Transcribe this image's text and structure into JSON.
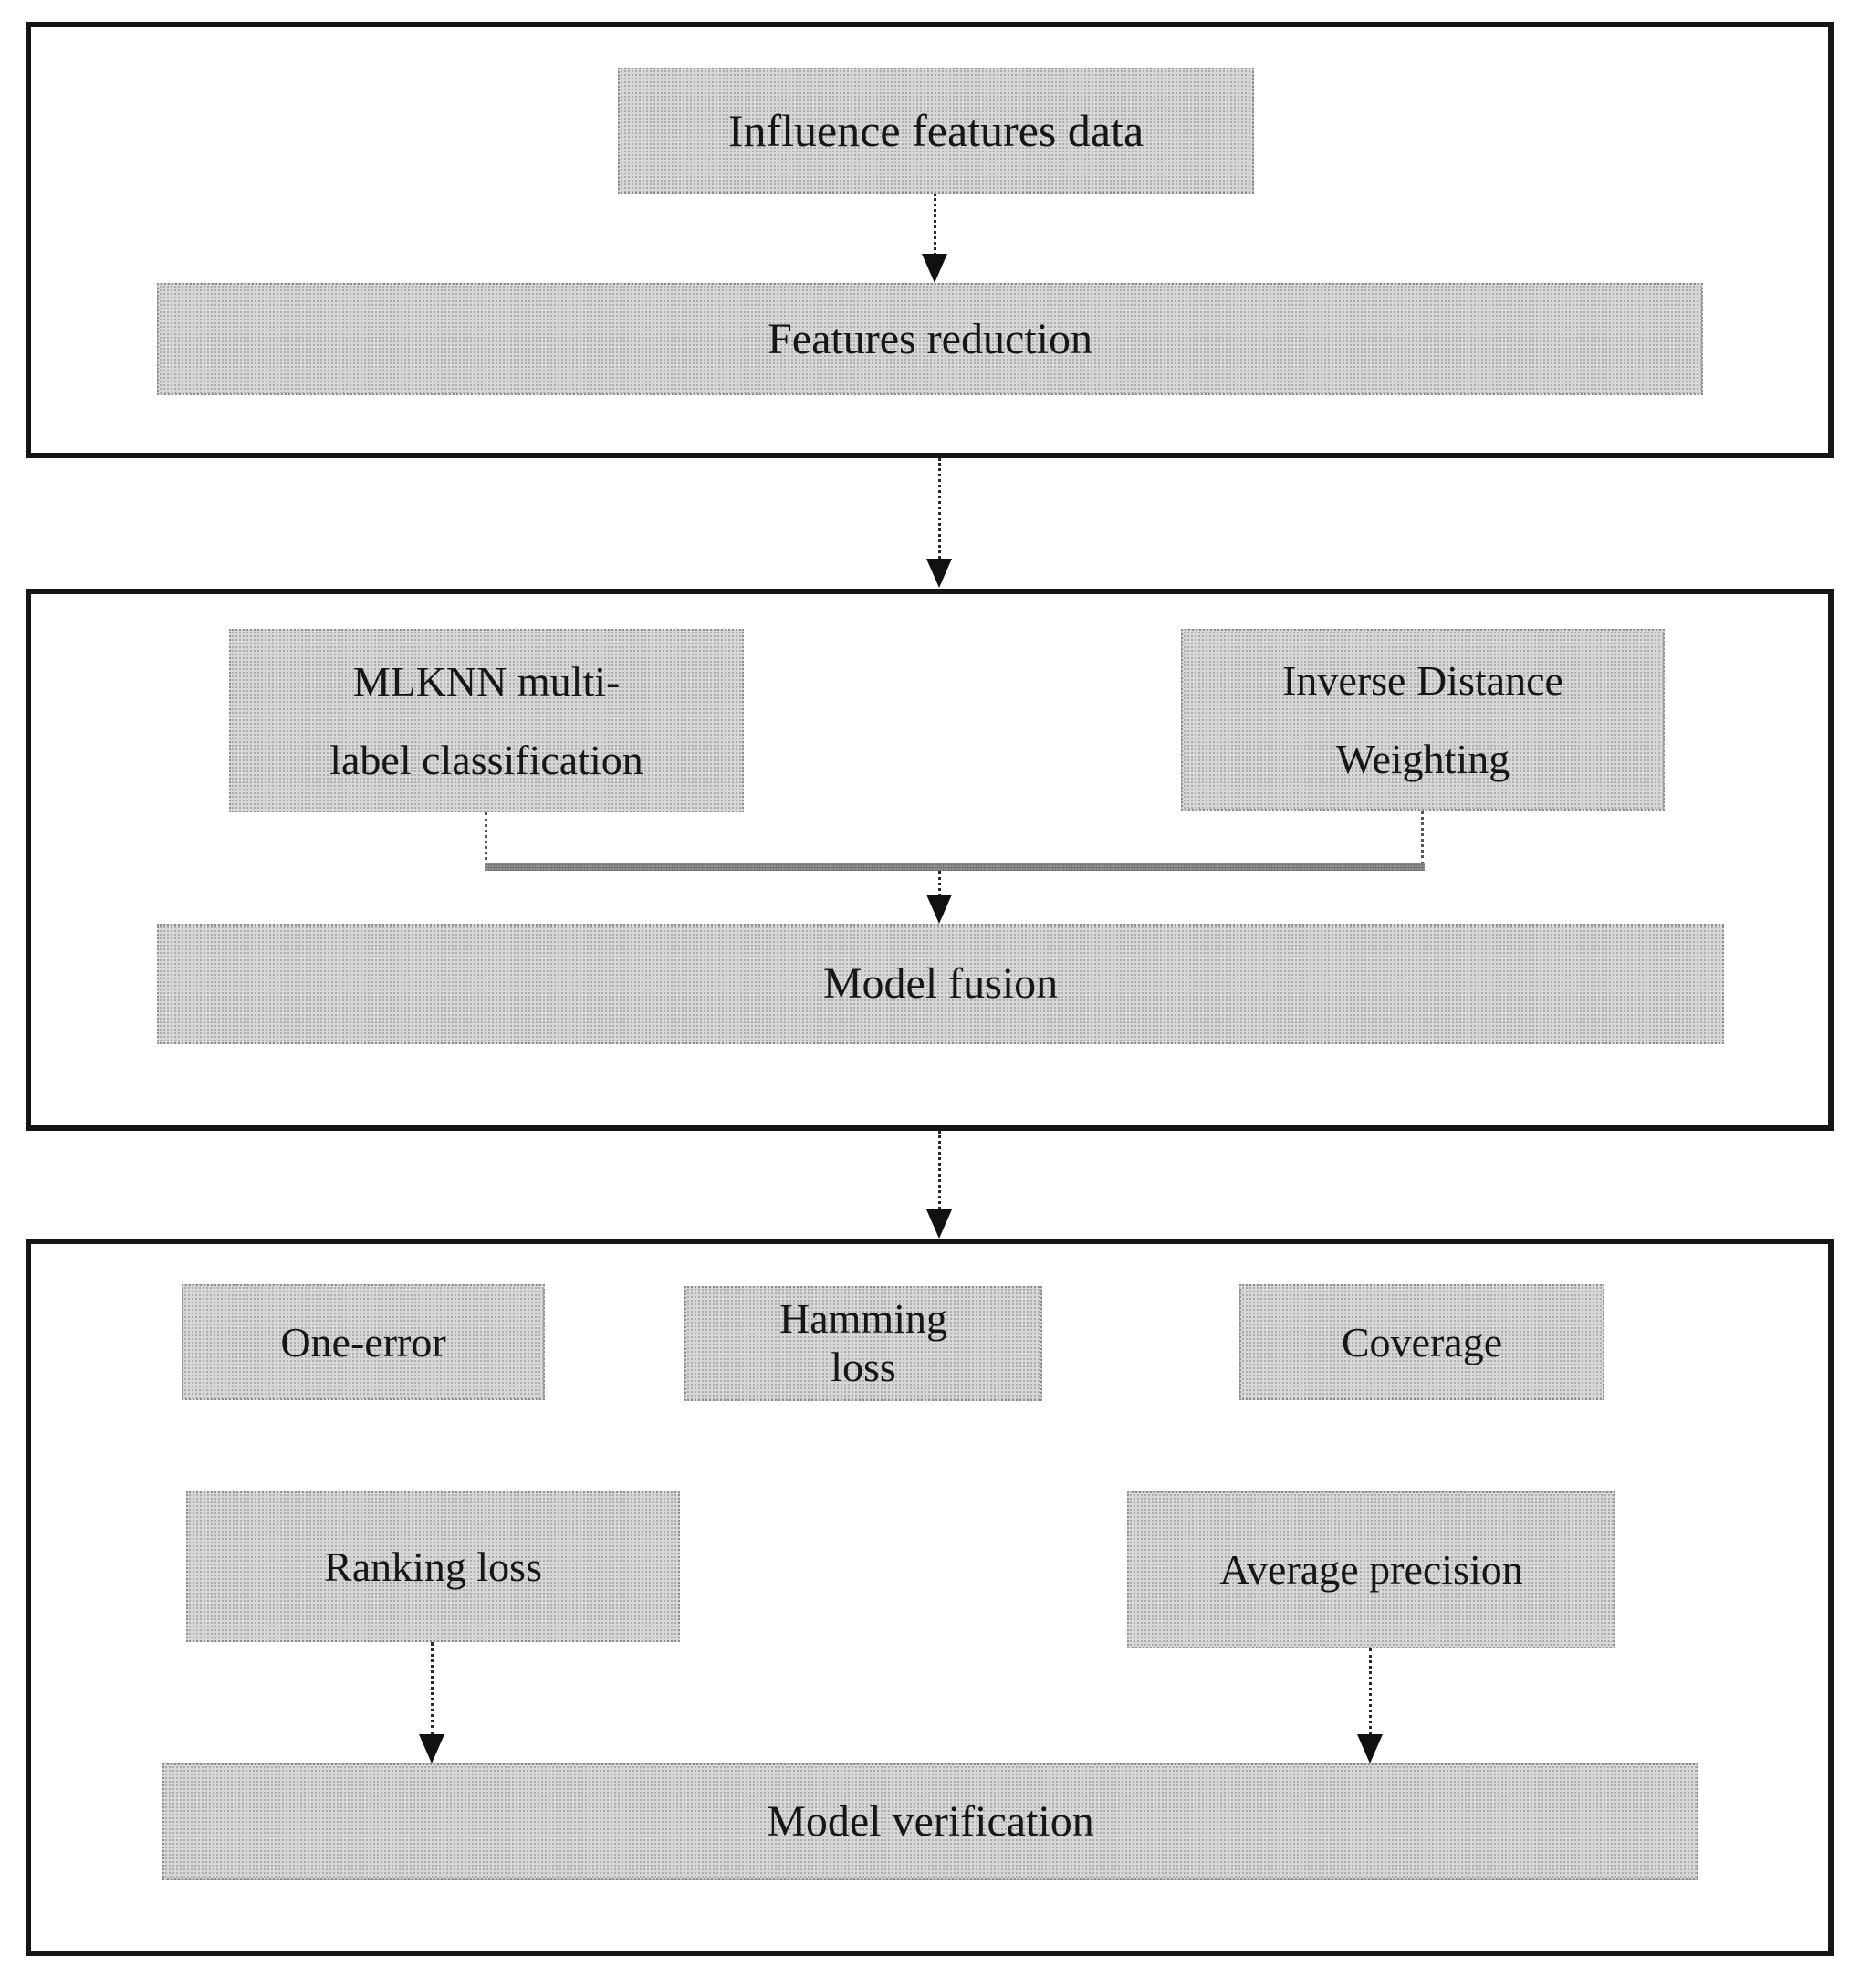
{
  "figure": {
    "type": "flowchart",
    "stages": [
      {
        "id": "stage-1",
        "node_ids": [
          "influence",
          "features_reduction"
        ]
      },
      {
        "id": "stage-2",
        "node_ids": [
          "mlknn",
          "idw",
          "model_fusion"
        ]
      },
      {
        "id": "stage-3",
        "node_ids": [
          "one_error",
          "hamming_loss",
          "coverage",
          "ranking_loss",
          "average_precision",
          "model_verification"
        ]
      }
    ],
    "edges": [
      {
        "from": "influence",
        "to": "features_reduction",
        "style": "dotted-arrow"
      },
      {
        "from": "stage-1",
        "to": "stage-2",
        "style": "dotted-arrow"
      },
      {
        "from": "mlknn",
        "to": "model_fusion",
        "style": "elbow-join"
      },
      {
        "from": "idw",
        "to": "model_fusion",
        "style": "elbow-join"
      },
      {
        "from": "stage-2",
        "to": "stage-3",
        "style": "dotted-arrow"
      },
      {
        "from": "ranking_loss",
        "to": "model_verification",
        "style": "dotted-arrow"
      },
      {
        "from": "average_precision",
        "to": "model_verification",
        "style": "dotted-arrow"
      }
    ]
  },
  "nodes": {
    "influence": {
      "lines": [
        "Influence features data"
      ],
      "label": "Influence features data"
    },
    "features_reduction": {
      "lines": [
        "Features reduction"
      ],
      "label": "Features reduction"
    },
    "mlknn": {
      "lines": [
        "MLKNN multi-",
        "label classification"
      ],
      "label": "MLKNN multi-label classification"
    },
    "idw": {
      "lines": [
        "Inverse Distance",
        "Weighting"
      ],
      "label": "Inverse Distance Weighting"
    },
    "model_fusion": {
      "lines": [
        "Model fusion"
      ],
      "label": "Model fusion"
    },
    "one_error": {
      "lines": [
        "One-error"
      ],
      "label": "One-error"
    },
    "hamming_loss": {
      "lines": [
        "Hamming",
        "loss"
      ],
      "label": "Hamming loss"
    },
    "coverage": {
      "lines": [
        "Coverage"
      ],
      "label": "Coverage"
    },
    "ranking_loss": {
      "lines": [
        "Ranking loss"
      ],
      "label": "Ranking loss"
    },
    "average_precision": {
      "lines": [
        "Average precision"
      ],
      "label": "Average precision"
    },
    "model_verification": {
      "lines": [
        "Model verification"
      ],
      "label": "Model verification"
    }
  },
  "colors": {
    "node_fill": "#d7d7d7",
    "node_halftone_dot": "#9f9f9f",
    "node_edge": "#8d8d8d",
    "stage_border": "#161616",
    "text": "#161616",
    "arrow": "#111111",
    "join_line": "#8f8f8f",
    "background": "#ffffff"
  }
}
